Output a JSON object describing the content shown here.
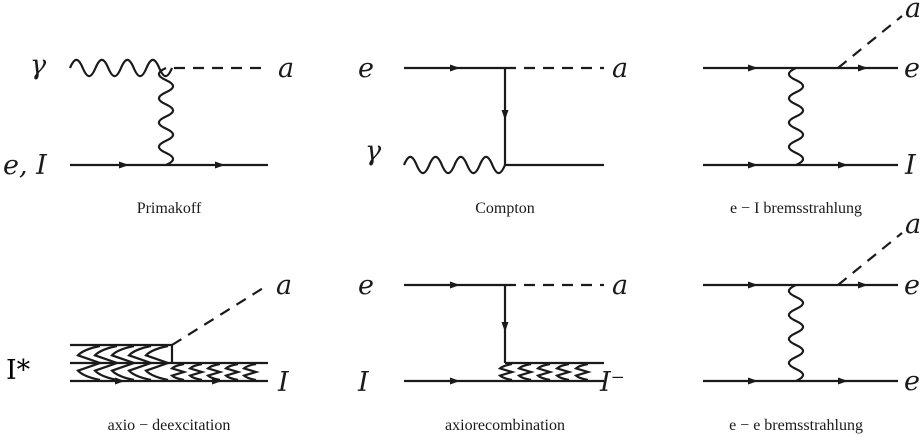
{
  "diagrams": [
    {
      "caption": "Primakoff",
      "labels": {
        "photon_in": "γ",
        "electron_ion": "e, I",
        "axion_out": "a"
      }
    },
    {
      "caption": "Compton",
      "labels": {
        "electron_in": "e",
        "photon_in": "γ",
        "axion_out": "a"
      }
    },
    {
      "caption": "e − I  bremsstrahlung",
      "labels": {
        "axion_out": "a",
        "electron_out": "e",
        "ion_out": "I"
      }
    },
    {
      "caption": "axio − deexcitation",
      "labels": {
        "axion_out": "a",
        "excited_ion": "I*",
        "ion_out": "I"
      }
    },
    {
      "caption": "axiorecombination",
      "labels": {
        "electron_in": "e",
        "axion_out": "a",
        "ion_in": "I",
        "ion_out": "I⁻"
      }
    },
    {
      "caption": "e − e  bremsstrahlung",
      "labels": {
        "axion_out": "a",
        "electron_out_top": "e",
        "electron_out_bottom": "e"
      }
    }
  ]
}
